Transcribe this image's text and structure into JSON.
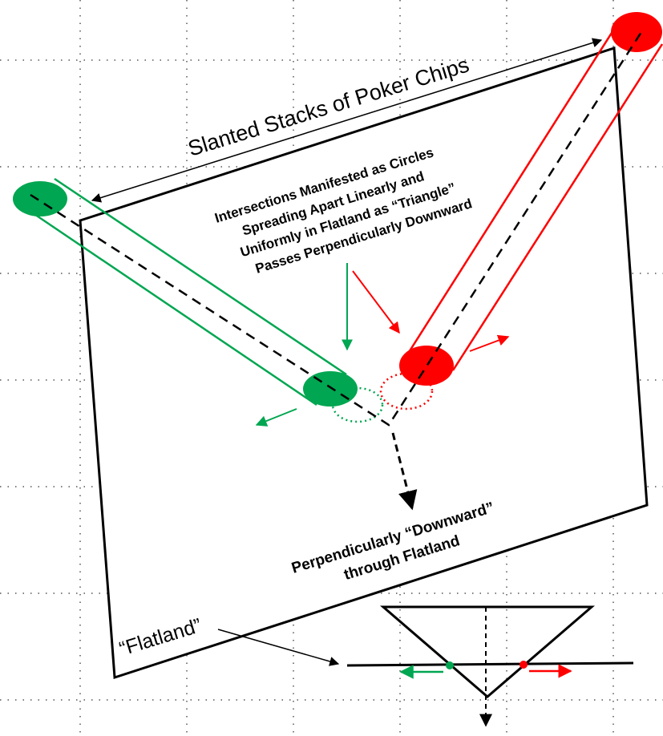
{
  "labels": {
    "title": "Slanted Stacks of Poker Chips",
    "explanation": [
      "Intersections Manifested as Circles",
      "Spreading Apart Linearly and",
      "Uniformly in Flatland as “Triangle”",
      "Passes Perpendicularly Downward"
    ],
    "downward": [
      "Perpendicularly “Downward”",
      "through Flatland"
    ],
    "flatland": "“Flatland”"
  },
  "colors": {
    "green": "#00a651",
    "red": "#ff0000",
    "black": "#000000",
    "grid_dots": "#555555"
  }
}
